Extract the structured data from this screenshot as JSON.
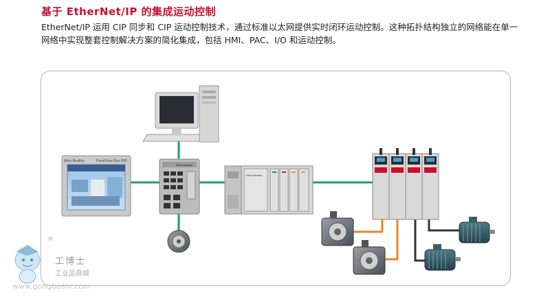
{
  "header": {
    "title": "基于 EtherNet/IP 的集成运动控制",
    "paragraph": "EtherNet/IP 运用 CIP 同步和 CIP 运动控制技术，通过标准以太网提供实时闭环运动控制。这种拓扑结构独立的网络能在单一网络中实现整套控制解决方案的简化集成，包括 HMI、PAC、I/O 和运动控制。"
  },
  "diagram": {
    "network_color": "#1aa260",
    "feedback_color": "#e8862a",
    "power_color": "#333333",
    "hmi_brand": "Allen-Bradley",
    "hmi_model": "PanelView Plus 600",
    "switch_brand": "Allen-Bradley",
    "plc_brand": "Allen-Bradley"
  },
  "watermark": {
    "name": "工博士",
    "sub": "工业品商城",
    "url": "www.gongboshi.com",
    "registered": "®"
  }
}
